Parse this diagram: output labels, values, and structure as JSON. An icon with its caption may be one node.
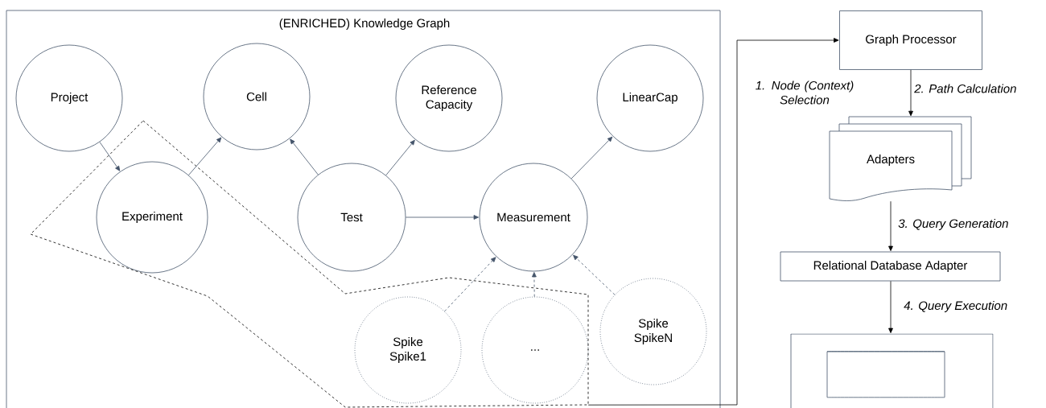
{
  "diagram": {
    "nodes": [
      {
        "text": [
          "(ENRICHED) Knowledge Graph"
        ]
      },
      {
        "text": [
          "Project"
        ],
        "in": 0
      },
      {
        "text": [
          "Cell"
        ],
        "in": 0
      },
      {
        "text": [
          "Reference Capacity"
        ],
        "in": 0
      },
      {
        "text": [
          "LinearCap"
        ],
        "in": 0
      },
      {
        "text": [
          "Experiment"
        ],
        "in": 11
      },
      {
        "text": [
          "Test"
        ],
        "in": 0
      },
      {
        "text": [
          "Measurement"
        ],
        "in": 0
      },
      {
        "text": [
          "Spike Spike1"
        ],
        "in": 11
      },
      {
        "text": [
          "..."
        ],
        "in": 11
      },
      {
        "text": [
          "Spike SpikeN"
        ],
        "in": 0
      },
      {
        "text": [],
        "shape": "polygon",
        "in": 0
      },
      {
        "text": [
          "Graph Processor"
        ]
      },
      {
        "text": [
          "Adapters"
        ]
      },
      {
        "text": [
          "Relational Database Adapter"
        ]
      },
      {
        "text": [],
        "shape": "box"
      },
      {
        "text": [],
        "shape": "cylinder",
        "in": 15
      }
    ],
    "edges": [
      {
        "from": 1,
        "to": 5,
        "arrow": "to"
      },
      {
        "from": 5,
        "to": 2,
        "arrow": "to"
      },
      {
        "from": 6,
        "to": 2,
        "arrow": "to"
      },
      {
        "from": 6,
        "to": 3,
        "arrow": "to"
      },
      {
        "from": 7,
        "to": 4,
        "arrow": "to"
      },
      {
        "from": 6,
        "to": 7,
        "arrow": "to"
      },
      {
        "from": 8,
        "to": 7,
        "arrow": "to",
        "style": "dashed"
      },
      {
        "from": 9,
        "to": 7,
        "arrow": "to",
        "style": "dashed"
      },
      {
        "from": 10,
        "to": 7,
        "arrow": "to",
        "style": "dashed"
      },
      {
        "from": 11,
        "to": 12,
        "arrow": "to",
        "label": "1. Node (Context) Selection",
        "color": "#000000"
      },
      {
        "from": 12,
        "to": 13,
        "arrow": "to",
        "label": "2. Path Calculation",
        "color": "#000000"
      },
      {
        "from": 13,
        "to": 14,
        "arrow": "to",
        "label": "3. Query Generation",
        "color": "#000000"
      },
      {
        "from": 14,
        "to": 15,
        "arrow": "to",
        "label": "4. Query Execution",
        "color": "#000000"
      }
    ]
  }
}
